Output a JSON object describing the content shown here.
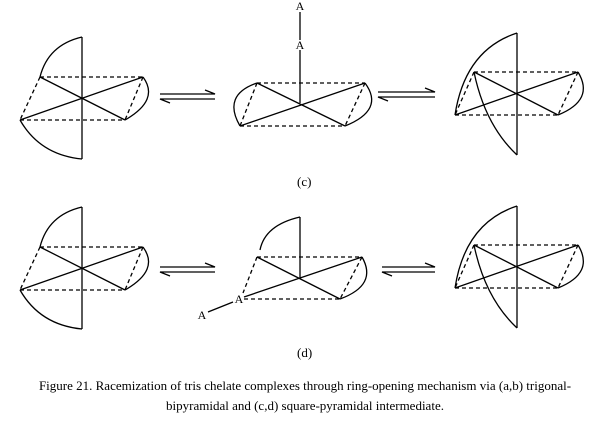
{
  "figure": {
    "label_c": "(c)",
    "label_d": "(d)",
    "atom_label": "A",
    "caption_line1": "Figure 21. Racemization of tris chelate complexes through ring-opening mechanism via (a,b) trigonal-",
    "caption_line2": "bipyramidal and (c,d) square-pyramidal intermediate."
  }
}
